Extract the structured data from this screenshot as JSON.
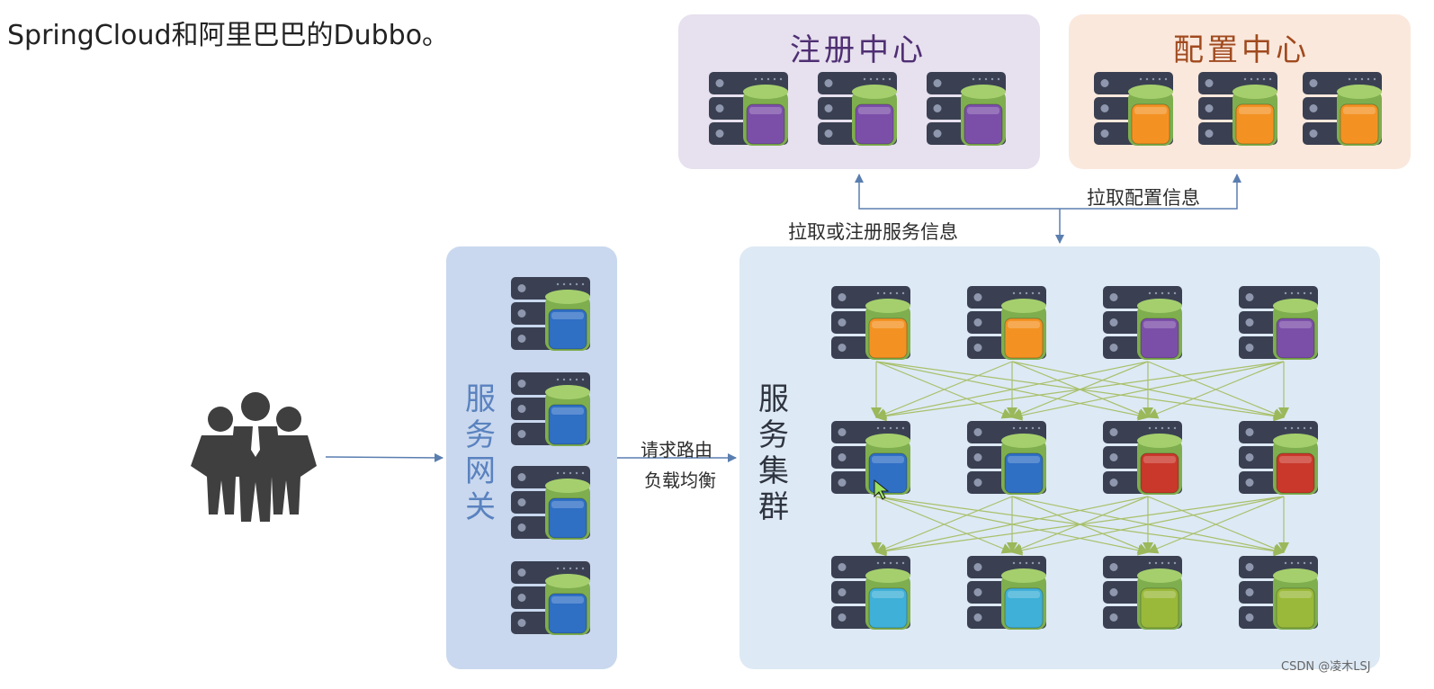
{
  "heading": "SpringCloud和阿里巴巴的Dubbo。",
  "registry": {
    "title": "注册中心"
  },
  "config": {
    "title": "配置中心"
  },
  "gateway": {
    "title": "服务网关"
  },
  "cluster": {
    "title": "服务集群"
  },
  "edges": {
    "pull_config": "拉取配置信息",
    "pull_or_register": "拉取或注册服务信息",
    "route_line1": "请求路由",
    "route_line2": "负载均衡"
  },
  "watermark": "CSDN @凌木LSJ",
  "colors": {
    "purple": "#7b4fa8",
    "orange": "#f39223",
    "blue": "#2f6fc4",
    "red": "#c9382b",
    "cyan": "#3fb0d8",
    "lime": "#9ab93a",
    "arrow": "#5a7eb0",
    "mesh": "#a8c06a"
  },
  "servers": {
    "registry": [
      {
        "color": "purple"
      },
      {
        "color": "purple"
      },
      {
        "color": "purple"
      }
    ],
    "config": [
      {
        "color": "orange"
      },
      {
        "color": "orange"
      },
      {
        "color": "orange"
      }
    ],
    "gateway": [
      {
        "color": "blue"
      },
      {
        "color": "blue"
      },
      {
        "color": "blue"
      },
      {
        "color": "blue"
      }
    ],
    "cluster": [
      {
        "color": "orange"
      },
      {
        "color": "orange"
      },
      {
        "color": "purple"
      },
      {
        "color": "purple"
      },
      {
        "color": "blue"
      },
      {
        "color": "blue"
      },
      {
        "color": "red"
      },
      {
        "color": "red"
      },
      {
        "color": "cyan"
      },
      {
        "color": "cyan"
      },
      {
        "color": "lime"
      },
      {
        "color": "lime"
      }
    ]
  }
}
